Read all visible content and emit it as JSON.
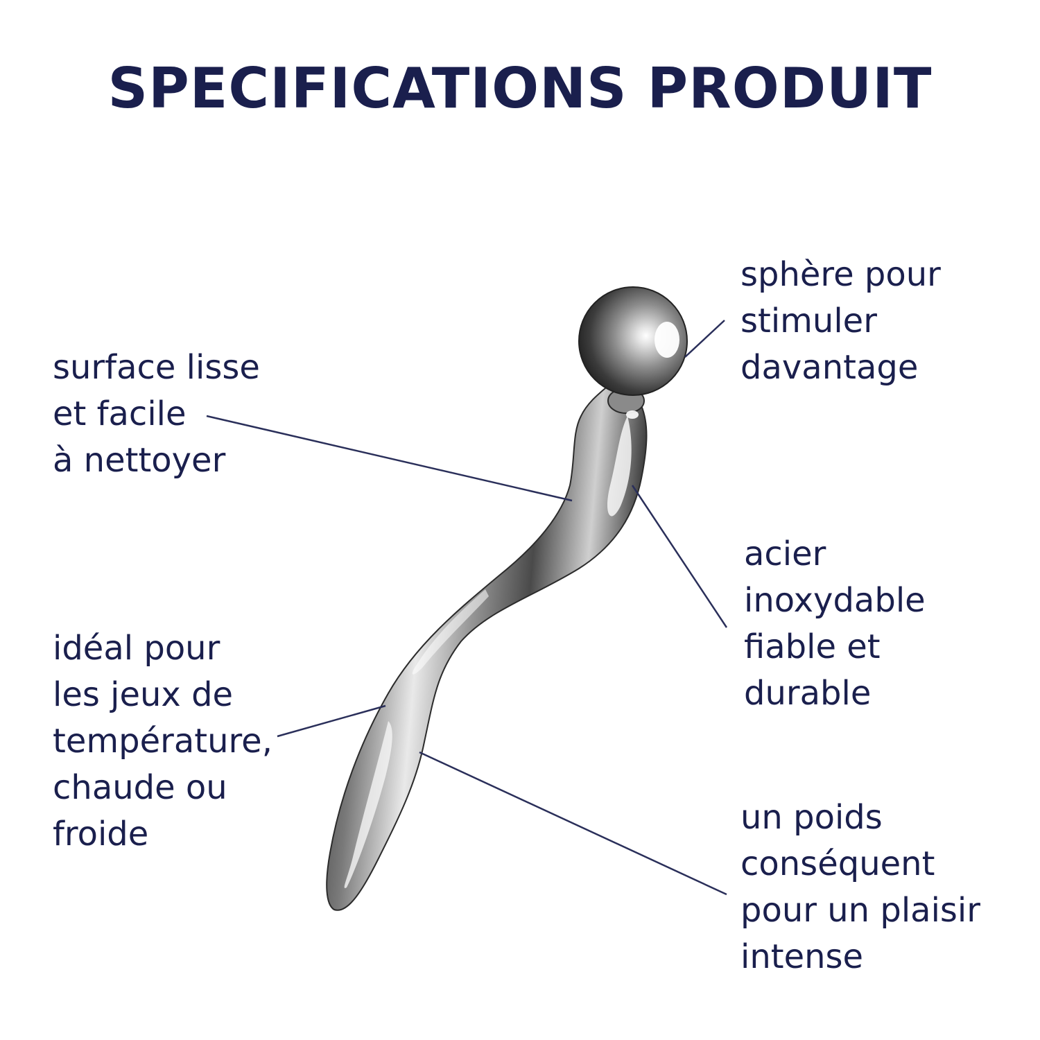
{
  "title": "SPECIFICATIONS PRODUIT",
  "colors": {
    "text": "#1a1f4d",
    "line": "#2a2f5a",
    "background": "#ffffff",
    "steel_light": "#f2f2f2",
    "steel_dark": "#3a3a3a"
  },
  "callouts": {
    "sphere": {
      "lines": [
        "sphère pour",
        "stimuler",
        "davantage"
      ]
    },
    "surface": {
      "lines": [
        "surface lisse",
        "et facile",
        "à nettoyer"
      ]
    },
    "acier": {
      "lines": [
        "acier",
        "inoxydable",
        "fiable et",
        "durable"
      ]
    },
    "ideal": {
      "lines": [
        "idéal pour",
        "les jeux de",
        "température,",
        "chaude ou",
        "froide"
      ]
    },
    "poids": {
      "lines": [
        "un poids",
        "conséquent",
        "pour un plaisir",
        "intense"
      ]
    }
  }
}
